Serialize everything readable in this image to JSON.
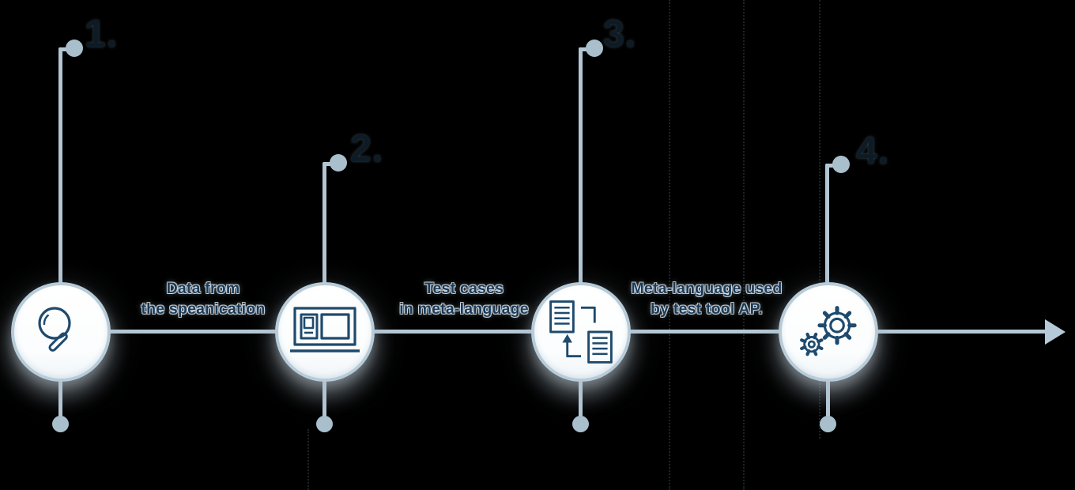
{
  "diagram": {
    "type": "process-timeline",
    "background_color": "#000000",
    "palette": {
      "connector": "#b3c6d3",
      "arrow": "#b5c9d6",
      "circle_border": "#b7cbd8",
      "circle_fill": "#ffffff",
      "icon_stroke": "#1e4a6d",
      "label_text": "#1b3a57",
      "number_text": "#0d1b26"
    },
    "steps": [
      {
        "number": "1.",
        "icon": "magnifier-icon"
      },
      {
        "number": "2.",
        "icon": "laptop-window-icon"
      },
      {
        "number": "3.",
        "icon": "documents-exchange-icon"
      },
      {
        "number": "4.",
        "icon": "gears-icon"
      }
    ],
    "labels": [
      {
        "line1": "Data from",
        "line2": "the speanication"
      },
      {
        "line1": "Test cases",
        "line2": "in meta-language"
      },
      {
        "line1": "Meta-language used",
        "line2": "by test tool AP."
      }
    ]
  }
}
